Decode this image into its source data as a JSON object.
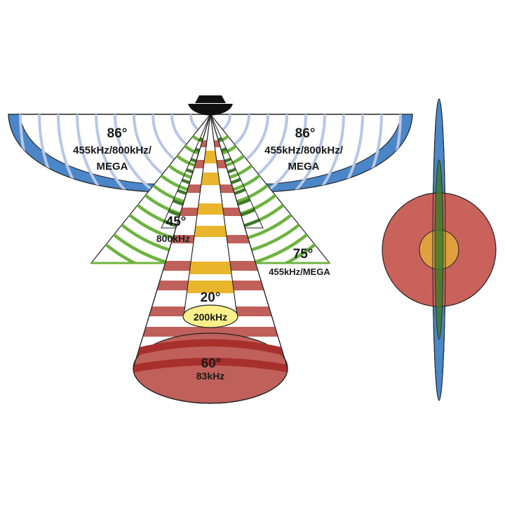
{
  "beams": {
    "side_left": {
      "angle": "86°",
      "freq_line1": "455kHz/800kHz/",
      "freq_line2": "MEGA"
    },
    "side_right": {
      "angle": "86°",
      "freq_line1": "455kHz/800kHz/",
      "freq_line2": "MEGA"
    },
    "narrow_green": {
      "angle": "45°",
      "freq": "800kHz"
    },
    "wide_green": {
      "angle": "75°",
      "freq": "455kHz/MEGA"
    },
    "center_yellow": {
      "angle": "20°",
      "freq": "200kHz"
    },
    "center_red": {
      "angle": "60°",
      "freq": "83kHz"
    }
  },
  "colors": {
    "side_scan": "#4a86c8",
    "side_ring": "#b8c6e6",
    "down_green": "#6db33f",
    "dark_green": "#3c7a2a",
    "yellow": "#e9b52c",
    "light_yellow": "#fbf08a",
    "red": "#c0605a",
    "dark_red": "#a8302c",
    "orange": "#e0a040",
    "outline": "#222222",
    "boat": "#111111"
  },
  "icons": {
    "boat": "boat-hull-icon"
  }
}
